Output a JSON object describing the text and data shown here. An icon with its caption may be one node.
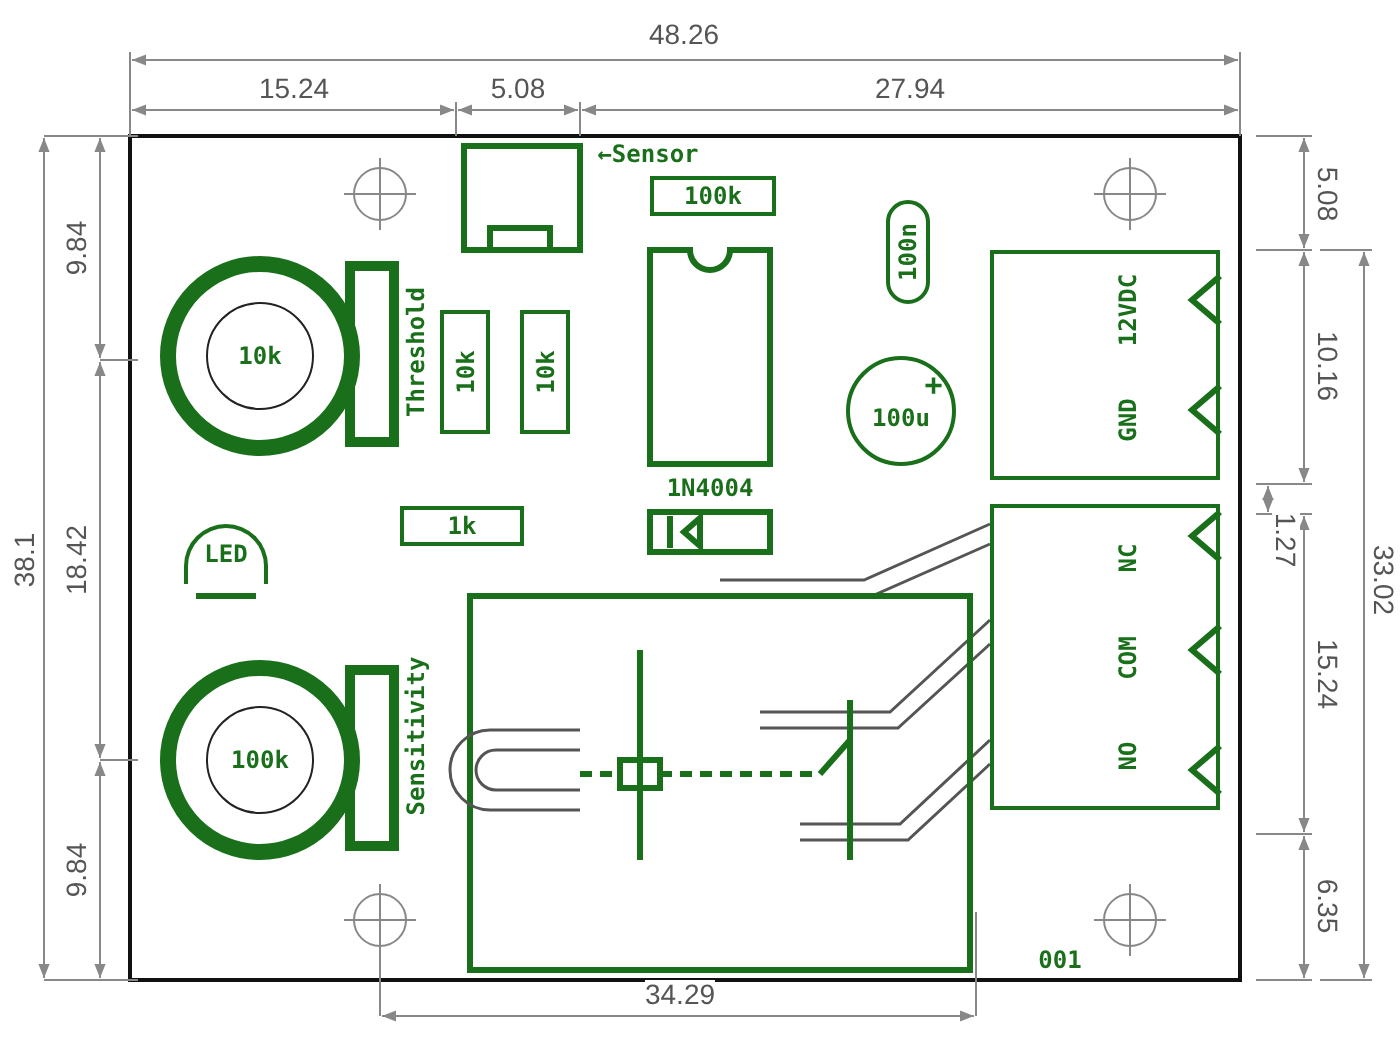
{
  "diagram": {
    "nodes": [
      {
        "text": [
          "10k"
        ]
      },
      {
        "text": [
          "100k"
        ]
      },
      {
        "text": [
          "10k"
        ]
      },
      {
        "text": [
          "10k"
        ]
      },
      {
        "text": [
          "100k"
        ]
      },
      {
        "text": [
          "1k"
        ]
      },
      {
        "text": [
          "100n"
        ]
      },
      {
        "text": [
          "+",
          "100u"
        ]
      },
      {
        "text": [
          "LED"
        ]
      },
      {
        "text": [
          "12VDC",
          "GND"
        ]
      },
      {
        "text": [
          "NC",
          "COM",
          "NO"
        ]
      },
      {
        "text": [],
        "shape": "box"
      }
    ],
    "labels": [
      "48.26",
      "15.24",
      "5.08",
      "27.94",
      "←Sensor",
      "9.84",
      "5.08",
      "Threshold",
      "10.16",
      "1N4004",
      "38.1",
      "18.42",
      "1.27",
      "33.02",
      "15.24",
      "Sensitivity",
      "9.84",
      "6.35",
      "001",
      "34.29"
    ]
  }
}
